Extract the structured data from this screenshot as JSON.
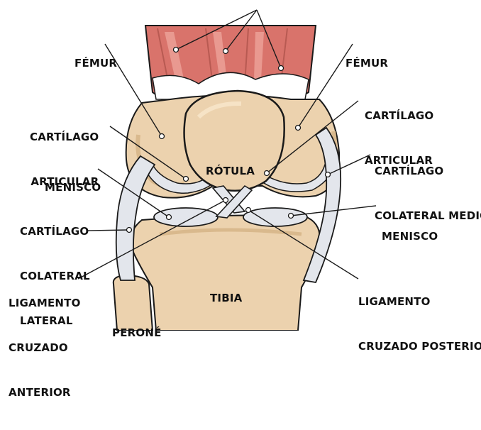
{
  "labels": {
    "femur_left": "FÉMUR",
    "femur_right": "FÉMUR",
    "cartilago_articular_left": [
      "CARTÍLAGO",
      "ARTICULAR"
    ],
    "cartilago_articular_right": [
      "CARTÍLAGO",
      "ARTICULAR"
    ],
    "rotula": "RÓTULA",
    "menisco_left": "MENISCO",
    "menisco_right": "MENISCO",
    "cartilago_colateral_medio": [
      "CARTÍLAGO",
      "COLATERAL MEDIO"
    ],
    "cartilago_colateral_lateral": [
      "CARTÍLAGO",
      "COLATERAL",
      "LATERAL"
    ],
    "tibia": "TIBIA",
    "ligamento_cruzado_anterior": [
      "LIGAMENTO",
      "CRUZADO",
      "ANTERIOR"
    ],
    "ligamento_cruzado_posterior": [
      "LIGAMENTO",
      "CRUZADO POSTERIOR"
    ],
    "perone": "PERONÉ"
  },
  "colors": {
    "muscle": "#d9736b",
    "muscle_light": "#f0aaa0",
    "bone": "#ecd2ae",
    "bone_shadow": "#d9b98d",
    "cartilage": "#e3e6ec",
    "cartilage_shadow": "#b7bcc6",
    "outline": "#1a1a1a"
  }
}
